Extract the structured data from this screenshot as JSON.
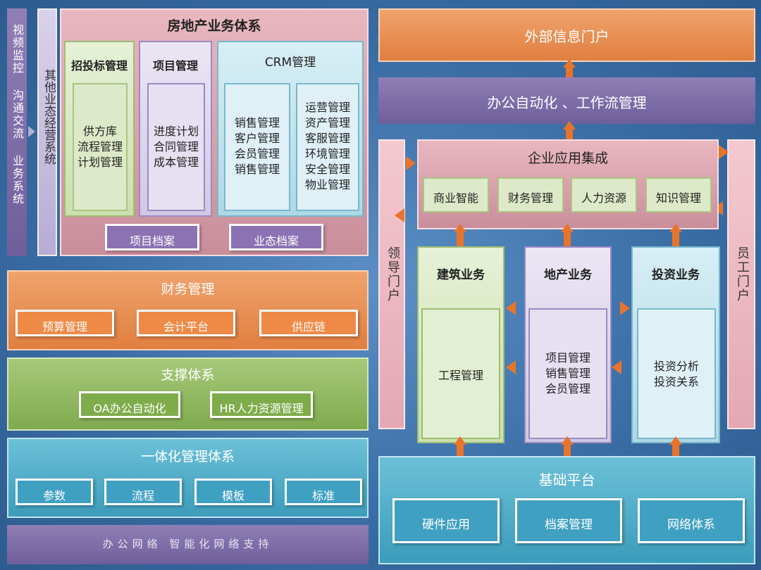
{
  "left_vertical": {
    "label": "视频监控 沟通交流 业务系统"
  },
  "other_biz": {
    "label": "其他业态经营系统"
  },
  "realestate": {
    "title": "房地产业务体系",
    "bidding": {
      "title": "招投标管理",
      "items": "供方库\n流程管理\n计划管理"
    },
    "project": {
      "title": "项目管理",
      "items": "进度计划\n合同管理\n成本管理"
    },
    "crm": {
      "title": "CRM管理",
      "col1": "销售管理\n客户管理\n会员管理\n销售管理",
      "col2": "运营管理\n资产管理\n客服管理\n环境管理\n安全管理\n物业管理"
    },
    "project_archive": "项目档案",
    "format_archive": "业态档案"
  },
  "finance": {
    "title": "财务管理",
    "items": [
      "预算管理",
      "会计平台",
      "供应链"
    ]
  },
  "support": {
    "title": "支撑体系",
    "items": [
      "OA办公自动化",
      "HR人力资源管理"
    ]
  },
  "integrated": {
    "title": "一体化管理体系",
    "items": [
      "参数",
      "流程",
      "模板",
      "标准"
    ]
  },
  "bottom_bar": {
    "label": "办公网络 智能化网络支持"
  },
  "external_portal": "外部信息门户",
  "office_automation": "办公自动化 、工作流管理",
  "leader_portal": "领导门户",
  "employee_portal": "员工门户",
  "enterprise": {
    "title": "企业应用集成",
    "items": [
      "商业智能",
      "财务管理",
      "人力资源",
      "知识管理"
    ]
  },
  "construction": {
    "title": "建筑业务",
    "inner": "工程管理"
  },
  "property": {
    "title": "地产业务",
    "inner": "项目管理\n销售管理\n会员管理"
  },
  "investment": {
    "title": "投资业务",
    "inner": "投资分析\n投资关系"
  },
  "base_platform": {
    "title": "基础平台",
    "items": [
      "硬件应用",
      "档案管理",
      "网络体系"
    ]
  }
}
